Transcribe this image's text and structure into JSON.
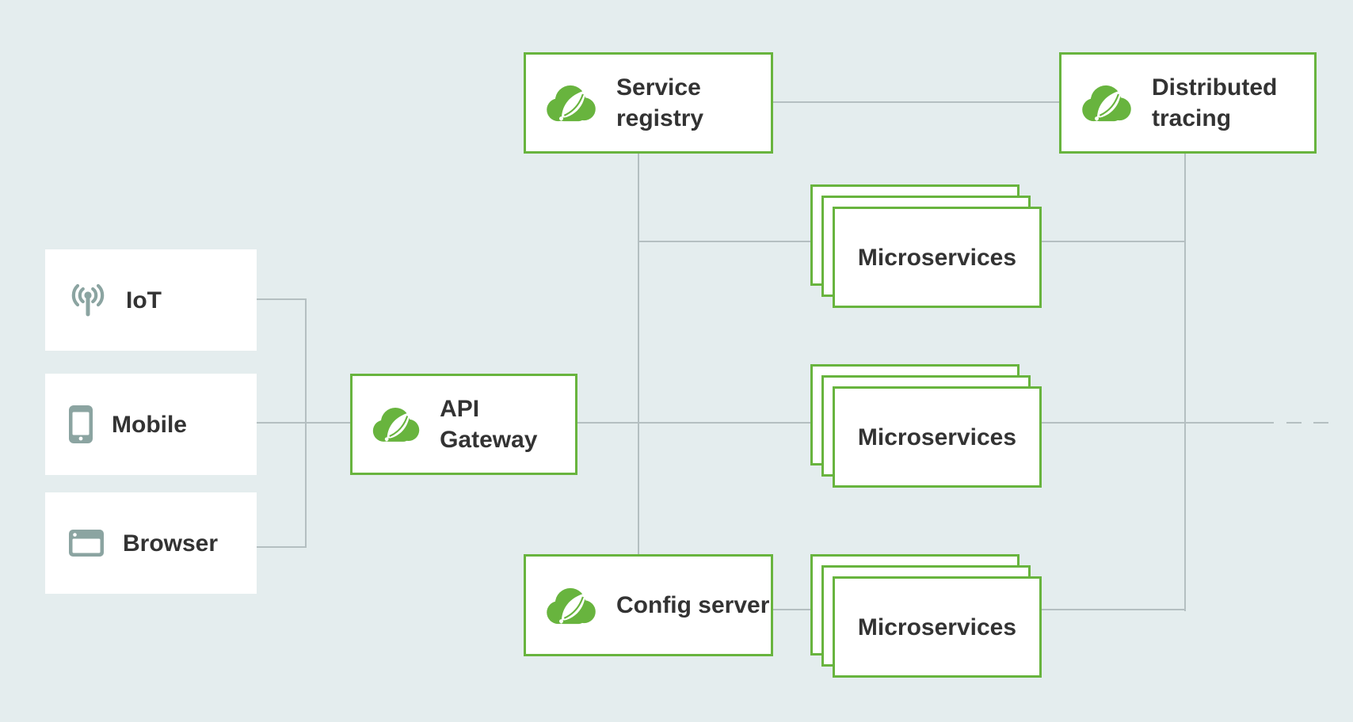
{
  "diagram": {
    "colors": {
      "background": "#e4edee",
      "accent_green": "#68b43e",
      "connector_gray": "#b4bfc1",
      "text_dark": "#333333",
      "icon_muted": "#8ba4a1",
      "box_white": "#ffffff"
    },
    "clients": [
      {
        "label": "IoT",
        "icon": "iot-antenna-icon"
      },
      {
        "label": "Mobile",
        "icon": "mobile-phone-icon"
      },
      {
        "label": "Browser",
        "icon": "browser-window-icon"
      }
    ],
    "nodes": {
      "service_registry": {
        "label": "Service registry",
        "icon": "spring-cloud-icon"
      },
      "distributed_tracing": {
        "label": "Distributed tracing",
        "icon": "spring-cloud-icon"
      },
      "api_gateway": {
        "label": "API Gateway",
        "icon": "spring-cloud-icon"
      },
      "config_server": {
        "label": "Config server",
        "icon": "spring-cloud-icon"
      }
    },
    "microservice_stacks": [
      {
        "label": "Microservices",
        "instances": 3
      },
      {
        "label": "Microservices",
        "instances": 3
      },
      {
        "label": "Microservices",
        "instances": 3
      }
    ]
  }
}
